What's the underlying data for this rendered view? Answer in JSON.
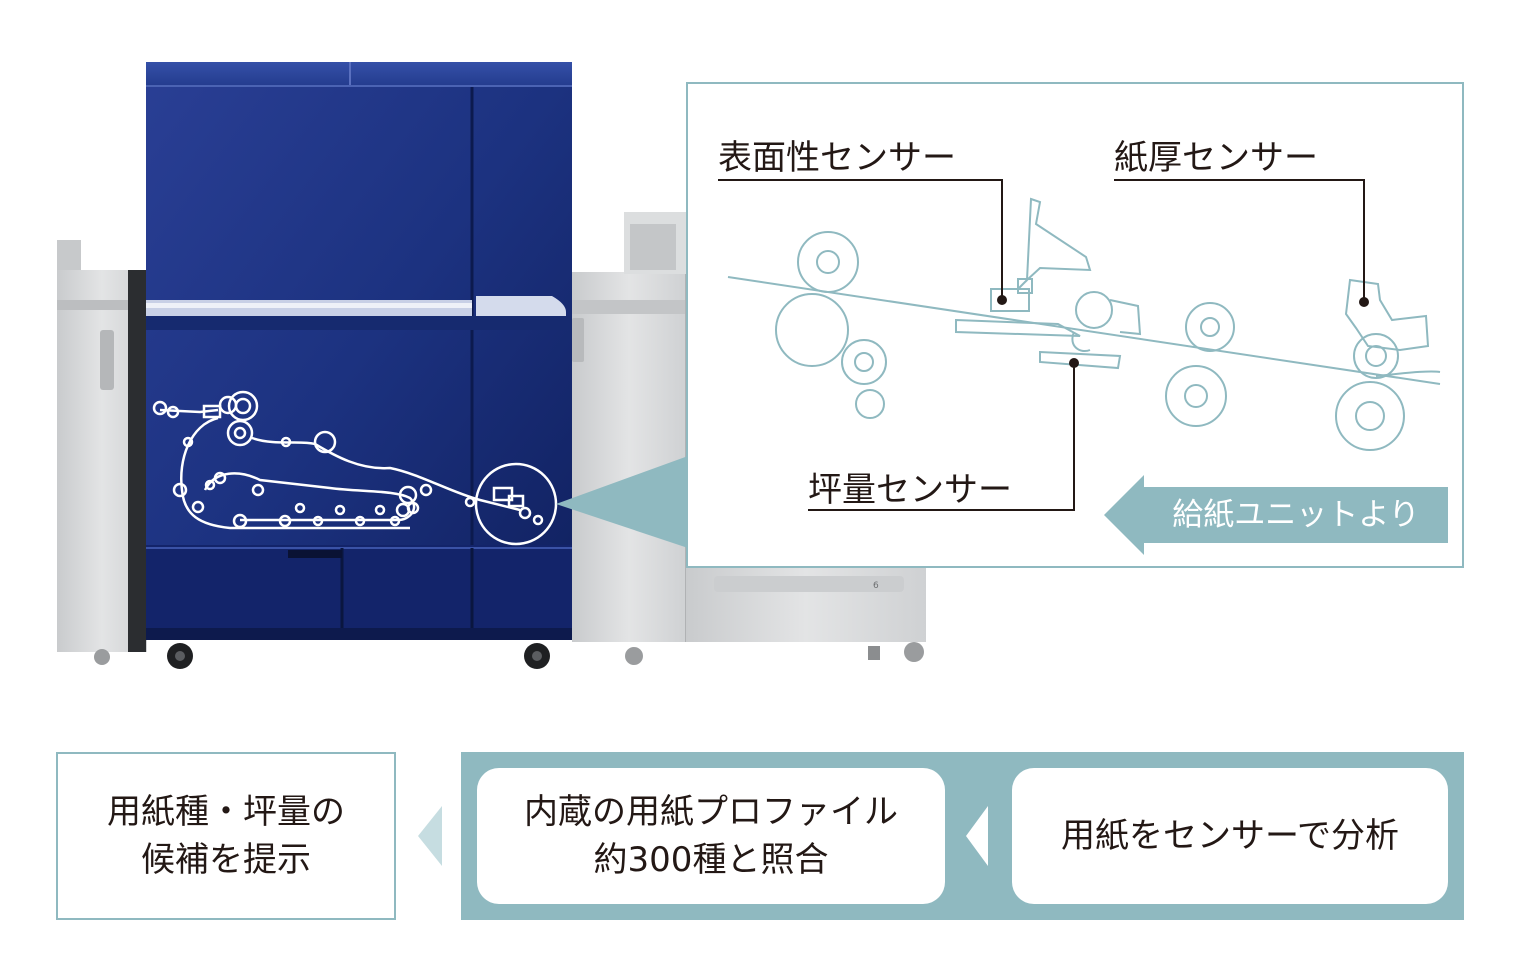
{
  "callout": {
    "label_surface": "表面性センサー",
    "label_thickness": "紙厚センサー",
    "label_weight": "坪量センサー",
    "feed_arrow_text": "給紙ユニットより"
  },
  "printer": {
    "tray_number": "6"
  },
  "flow": {
    "result_line1": "用紙種・坪量の",
    "result_line2": "候補を提示",
    "compare_line1": "内蔵の用紙プロファイル",
    "compare_line2": "約300種と照合",
    "analyze_text": "用紙をセンサーで分析"
  },
  "colors": {
    "accent": "#8fb9c0",
    "printer_blue": "#1a2f7a",
    "body_gray": "#d6d8da",
    "text": "#231815"
  }
}
